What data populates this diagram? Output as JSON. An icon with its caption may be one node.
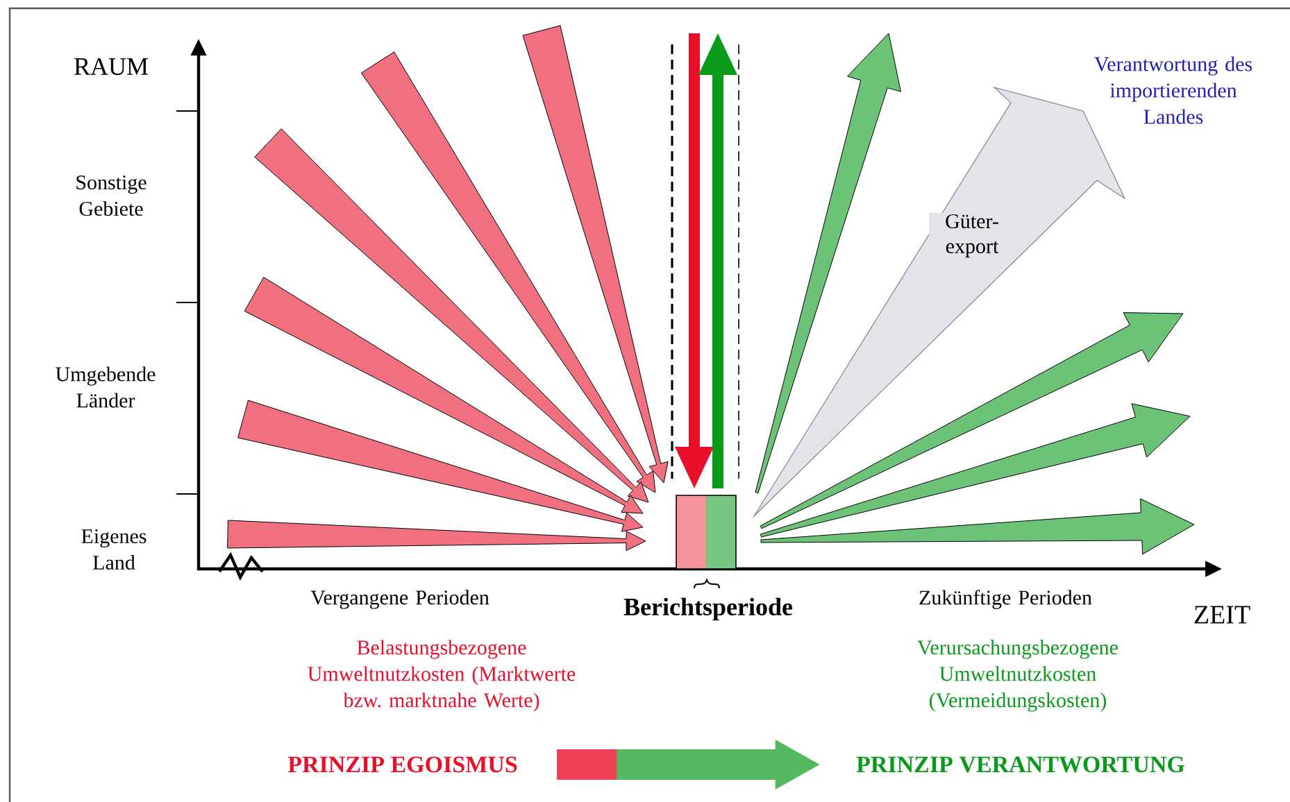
{
  "diagram": {
    "nodes": [
      {
        "text": [],
        "shape": "box"
      },
      {
        "text": [
          "PRINZIP EGOISMUS"
        ]
      },
      {
        "text": [
          "PRINZIP VERANTWORTUNG"
        ]
      }
    ],
    "edges": [
      {
        "from": null,
        "to": 0,
        "arrow": "to",
        "color": "#e8102a"
      },
      {
        "from": null,
        "to": 0,
        "arrow": "to",
        "color": "#e8102a"
      },
      {
        "from": null,
        "to": 0,
        "arrow": "to",
        "color": "#e8102a"
      },
      {
        "from": null,
        "to": 0,
        "arrow": "to",
        "color": "#e8102a"
      },
      {
        "from": null,
        "to": 0,
        "arrow": "to",
        "color": "#e8102a"
      },
      {
        "from": null,
        "to": 0,
        "arrow": "to",
        "color": "#e8102a"
      },
      {
        "from": null,
        "to": 0,
        "arrow": "to",
        "color": "#e8102a"
      },
      {
        "from": 0,
        "to": null,
        "arrow": "to",
        "color": "#0a9a1a"
      },
      {
        "from": 0,
        "to": null,
        "arrow": "to",
        "color": "#0a9a1a"
      },
      {
        "from": 0,
        "to": null,
        "arrow": "to",
        "color": "#8080a0",
        "label": "Güter- export"
      },
      {
        "from": 0,
        "to": null,
        "arrow": "to",
        "color": "#0a9a1a"
      },
      {
        "from": 0,
        "to": null,
        "arrow": "to",
        "color": "#0a9a1a"
      },
      {
        "from": 0,
        "to": null,
        "arrow": "to",
        "color": "#0a9a1a"
      },
      {
        "from": 1,
        "to": 2,
        "arrow": "to"
      }
    ],
    "labels": [
      "RAUM",
      "Verantwortung des importierenden Landes",
      "Sonstige Gebiete",
      "Umgebende Länder",
      "Eigenes Land",
      "Vergangene Perioden",
      "Berichtsperiode",
      "Zukünftige Perioden",
      "ZEIT",
      "Belastungsbezogene Umweltnutzkosten (Marktwerte bzw. marktnahe Werte)",
      "Verursachungsbezogene Umweltnutzkosten (Vermeidungskosten)"
    ]
  }
}
